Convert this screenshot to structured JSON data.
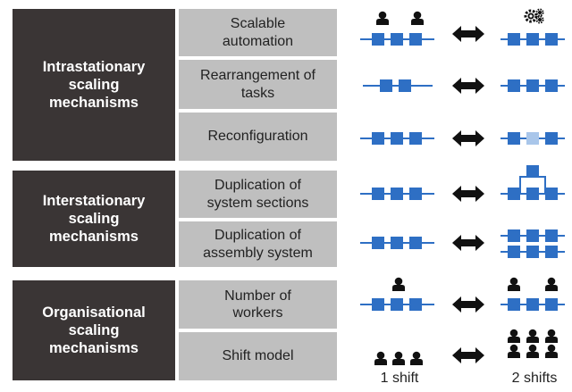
{
  "categories": [
    {
      "label": "Intrastationary\nscaling\nmechanisms"
    },
    {
      "label": "Interstationary\nscaling\nmechanisms"
    },
    {
      "label": "Organisational\nscaling\nmechanisms"
    }
  ],
  "mechanisms": [
    {
      "label": "Scalable\nautomation"
    },
    {
      "label": "Rearrangement of\ntasks"
    },
    {
      "label": "Reconfiguration"
    },
    {
      "label": "Duplication of\nsystem sections"
    },
    {
      "label": "Duplication of\nassembly system"
    },
    {
      "label": "Number of\nworkers"
    },
    {
      "label": "Shift model"
    }
  ],
  "shift_labels": {
    "left": "1 shift",
    "right": "2 shifts"
  },
  "colors": {
    "category_bg": "#3a3535",
    "mechanism_bg": "#bfbfbf",
    "station": "#2e6fc4",
    "station_light": "#a9c6ea",
    "icon": "#111111"
  },
  "icons": [
    "person-icon",
    "gears-icon",
    "double-arrow-icon",
    "station-line-icon"
  ]
}
